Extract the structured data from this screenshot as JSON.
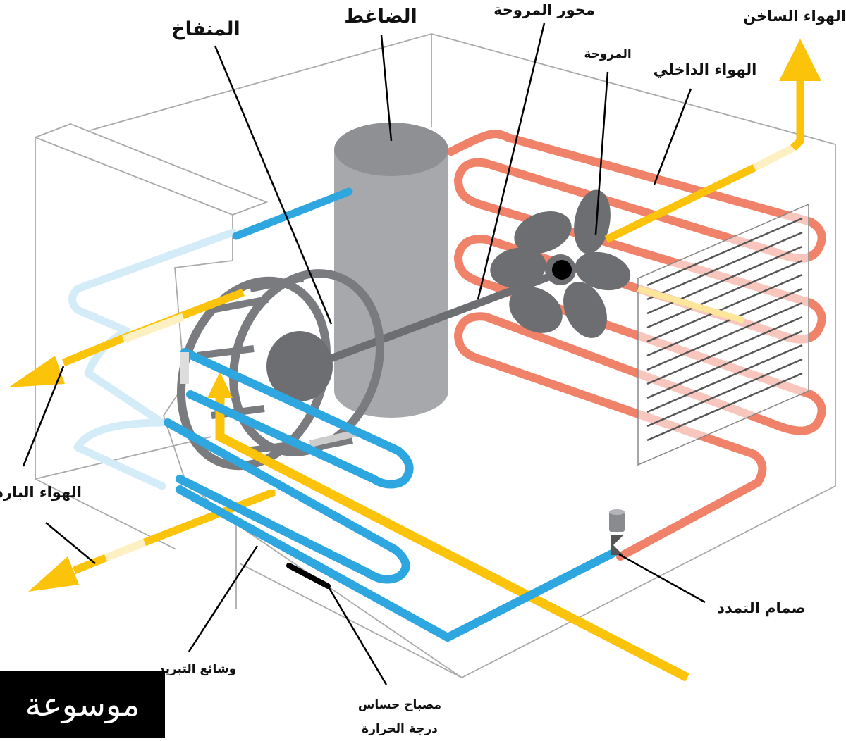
{
  "labels": {
    "compressor": "الضاغط",
    "blower": "المنفاخ",
    "fan_shaft": "محور المروحة",
    "hot_air": "الهواء الساخن",
    "fan": "المروحة",
    "indoor_air": "الهواء الداخلي",
    "cold_air": "الهواء البارد",
    "expansion_valve": "صمام التمدد",
    "cooling_coils": "وشائع التبريد",
    "thermostat_line1": "مصباح حساس",
    "thermostat_line2": "درجة الحرارة"
  },
  "logo": {
    "text": "موسوعة"
  },
  "colors": {
    "hot_coil": "#f0826a",
    "cold_coil": "#2ea7e0",
    "cold_coil_light": "#d4ecf8",
    "airflow": "#fcc30b",
    "airflow_light": "#fdf0c2",
    "compressor": "#9a9b9e",
    "fan_blade": "#6d6e71",
    "outline": "#aaaaaa"
  }
}
